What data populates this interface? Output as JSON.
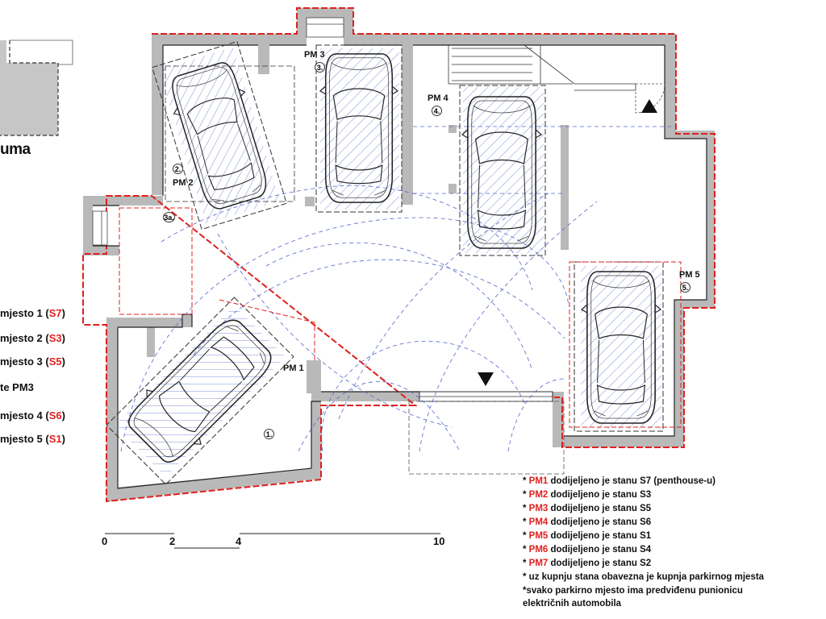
{
  "legend": {
    "partial_title": "uma",
    "rows": [
      {
        "text": "mjesto 1 (",
        "code": "S7",
        "end": ")"
      },
      {
        "text": "mjesto 2 (",
        "code": "S3",
        "end": ")"
      },
      {
        "text": "mjesto 3 (",
        "code": "S5",
        "end": ")"
      },
      {
        "text": "te PM3",
        "code": "",
        "end": ""
      },
      {
        "text": "mjesto 4 (",
        "code": "S6",
        "end": ")"
      },
      {
        "text": "mjesto 5 (",
        "code": "S1",
        "end": ")"
      }
    ]
  },
  "spots": [
    {
      "label": "PM 1",
      "num": "1."
    },
    {
      "label": "PM 2",
      "num": "2."
    },
    {
      "label": "PM 3",
      "num": "3."
    },
    {
      "label": "PM 4",
      "num": "4."
    },
    {
      "label": "PM 5",
      "num": "5."
    },
    {
      "label": "",
      "num": "3a."
    }
  ],
  "notes": [
    {
      "pre": "* ",
      "pm": "PM1",
      "text": " dodijeljeno je stanu S7 (penthouse-u)"
    },
    {
      "pre": "* ",
      "pm": "PM2",
      "text": " dodijeljeno je stanu S3"
    },
    {
      "pre": "* ",
      "pm": "PM3",
      "text": " dodijeljeno je stanu S5"
    },
    {
      "pre": "* ",
      "pm": "PM4",
      "text": " dodijeljeno je stanu S6"
    },
    {
      "pre": "* ",
      "pm": "PM5",
      "text": " dodijeljeno je stanu S1"
    },
    {
      "pre": "* ",
      "pm": "PM6",
      "text": " dodijeljeno je stanu S4"
    },
    {
      "pre": "* ",
      "pm": "PM7",
      "text": " dodijeljeno je stanu S2"
    },
    {
      "pre": "* ",
      "pm": "",
      "text": "uz kupnju stana obavezna je kupnja parkirnog mjesta"
    },
    {
      "pre": "*",
      "pm": "",
      "text": "svako parkirno mjesto ima predviđenu punionicu"
    },
    {
      "pre": "",
      "pm": "",
      "text": "električnih automobila"
    }
  ],
  "scale": [
    "0",
    "2",
    "4",
    "10"
  ],
  "colors": {
    "wall_fill": "#b9b9b9",
    "outline_red": "#e0201f",
    "hatch_blue": "#7f8fd8",
    "swing_blue": "#5566cc",
    "neighbor_gray": "#c6c6c6"
  }
}
